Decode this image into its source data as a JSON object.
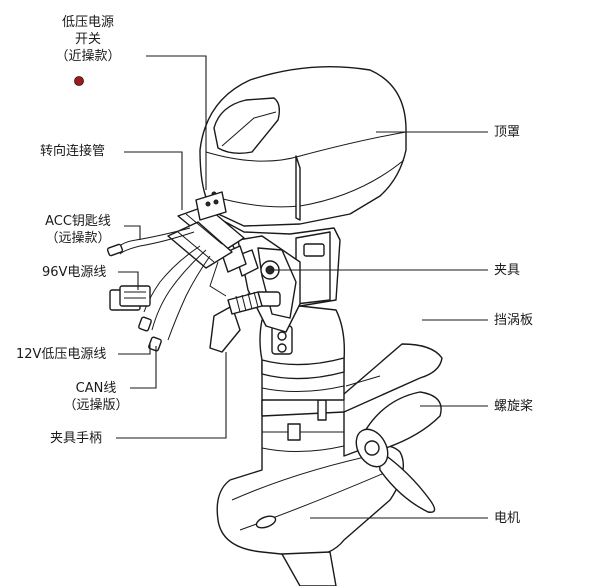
{
  "labels": {
    "low_voltage_switch": [
      "低压电源",
      "开关",
      "（近操款）"
    ],
    "steering_tube": "转向连接管",
    "acc_key_line": [
      "ACC钥匙线",
      "（远操款）"
    ],
    "v96_power_line": "96V电源线",
    "v12_low_power_line": "12V低压电源线",
    "can_line": [
      "CAN线",
      "（远操版）"
    ],
    "clamp_handle": "夹具手柄",
    "top_cover": "顶罩",
    "clamp": "夹具",
    "anti_ventilation_plate": "挡涡板",
    "propeller": "螺旋桨",
    "motor": "电机"
  },
  "colors": {
    "switch_dot": "#a01a1a",
    "line": "#1a1a1a"
  }
}
